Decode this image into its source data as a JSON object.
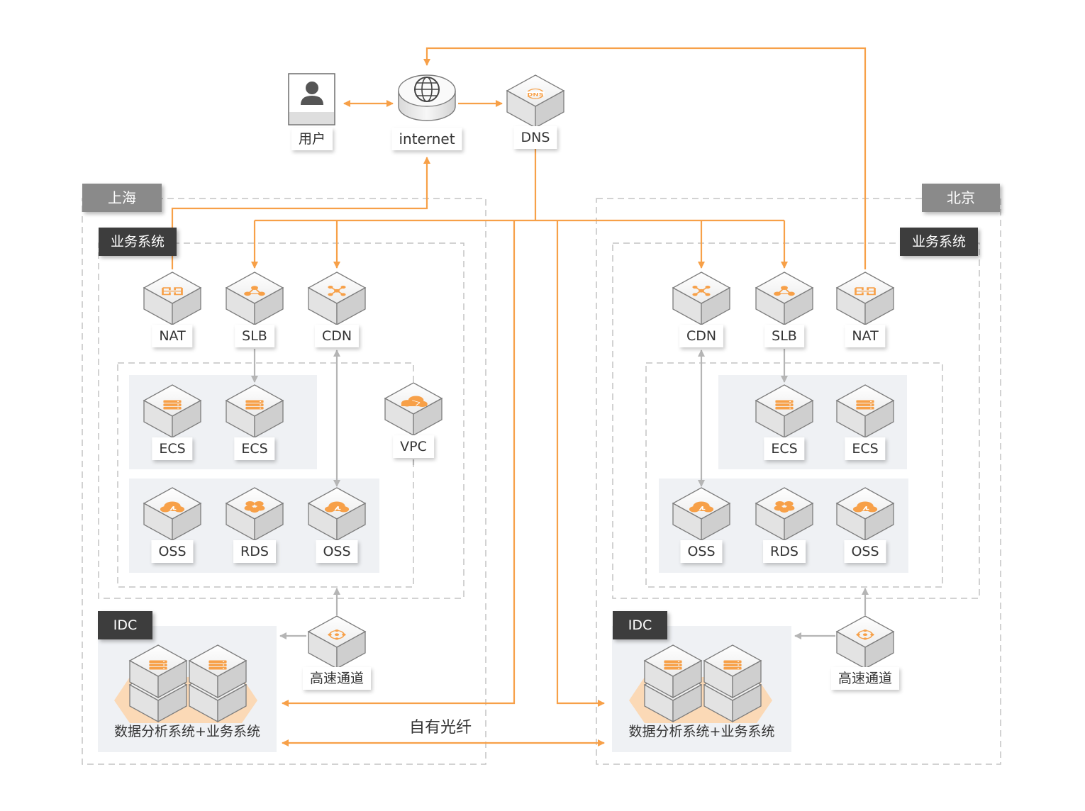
{
  "colors": {
    "orange": "#f7a048",
    "gray_arrow": "#b5b5b5",
    "panel": "#eff1f4",
    "dash": "#c4c4c4"
  },
  "top": {
    "user_label": "用户",
    "internet_label": "internet",
    "dns_label": "DNS",
    "dns_icon_text": "DNS"
  },
  "regions": [
    {
      "id": "shanghai",
      "name": "上海",
      "business_label": "业务系统",
      "nodes": {
        "nat": "NAT",
        "slb": "SLB",
        "cdn": "CDN",
        "vpc": "VPC",
        "ecs": [
          "ECS",
          "ECS"
        ],
        "storage": [
          "OSS",
          "RDS",
          "OSS"
        ]
      },
      "idc": {
        "label": "IDC",
        "caption": "数据分析系统+业务系统"
      },
      "channel_label": "高速通道"
    },
    {
      "id": "beijing",
      "name": "北京",
      "business_label": "业务系统",
      "nodes": {
        "nat": "NAT",
        "slb": "SLB",
        "cdn": "CDN",
        "ecs": [
          "ECS",
          "ECS"
        ],
        "storage": [
          "OSS",
          "RDS",
          "OSS"
        ]
      },
      "idc": {
        "label": "IDC",
        "caption": "数据分析系统+业务系统"
      },
      "channel_label": "高速通道"
    }
  ],
  "fiber_label": "自有光纤"
}
